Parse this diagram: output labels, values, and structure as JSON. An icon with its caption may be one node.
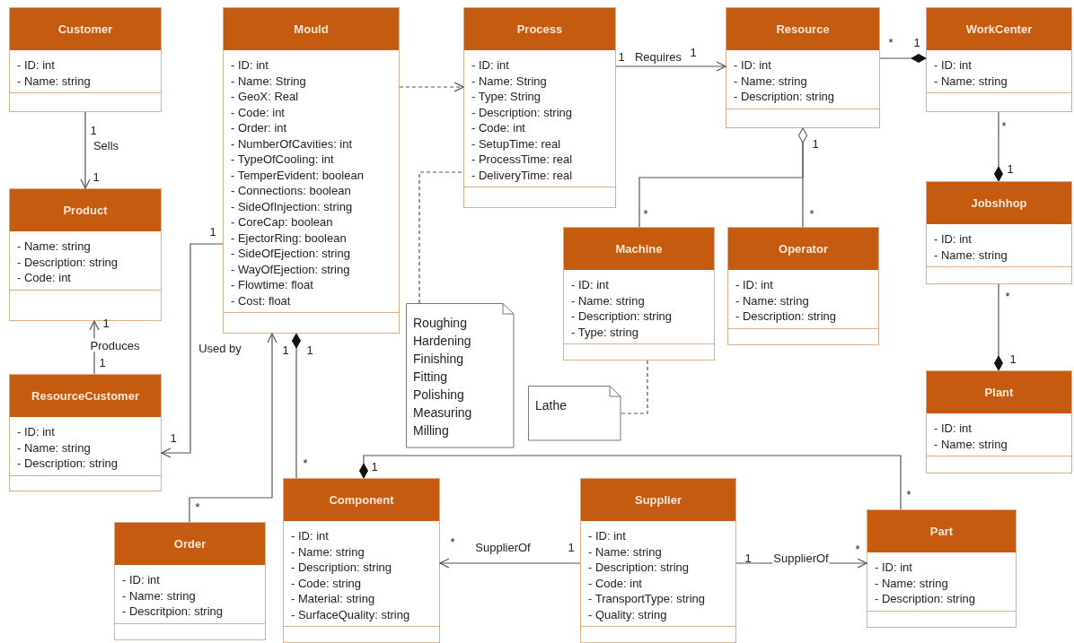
{
  "diagram": {
    "nodes": [
      {
        "text": [
          "Customer",
          "- ID: int",
          "- Name: string"
        ]
      },
      {
        "text": [
          "Mould",
          "- ID: int",
          "- Name: String",
          "- GeoX: Real",
          "- Code: int",
          "- Order: int",
          "- NumberOfCavities: int",
          "- TypeOfCooling: int",
          "- TemperEvident: boolean",
          "- Connections: boolean",
          "- SideOfInjection: string",
          "- CoreCap: boolean",
          "- EjectorRing: boolean",
          "- SideOfEjection: string",
          "- WayOfEjection: string",
          "- Flowtime: float",
          "- Cost: float"
        ]
      },
      {
        "text": [
          "Process",
          "- ID: int",
          "- Name: String",
          "- Type: String",
          "- Description: string",
          "- Code: int",
          "- SetupTime: real",
          "- ProcessTime: real",
          "- DeliveryTime: real"
        ]
      },
      {
        "text": [
          "Resource",
          "- ID: int",
          "- Name: string",
          "- Description: string"
        ]
      },
      {
        "text": [
          "WorkCenter",
          "- ID: int",
          "- Name: string"
        ]
      },
      {
        "text": [
          "Product",
          "- Name: string",
          "- Description: string",
          "- Code: int"
        ]
      },
      {
        "text": [
          "Machine",
          "- ID: int",
          "- Name: string",
          "- Description: string",
          "- Type: string"
        ]
      },
      {
        "text": [
          "Operator",
          "- ID: int",
          "- Name: string",
          "- Description: string"
        ]
      },
      {
        "text": [
          "Jobshhop",
          "- ID: int",
          "- Name: string"
        ]
      },
      {
        "text": [
          "Roughing",
          "Hardening",
          "Finishing",
          "Fitting",
          "Polishing",
          "Measuring",
          "Milling"
        ]
      },
      {
        "text": [
          "Lathe"
        ]
      },
      {
        "text": [
          "Plant",
          "- ID: int",
          "- Name: string"
        ]
      },
      {
        "text": [
          "ResourceCustomer",
          "- ID: int",
          "- Name: string",
          "- Description: string"
        ]
      },
      {
        "text": [
          "Component",
          "- ID: int",
          "- Name: string",
          "- Description: string",
          "- Code: string",
          "- Material: string",
          "- SurfaceQuality: string"
        ]
      },
      {
        "text": [
          "Supplier",
          "- ID: int",
          "- Name: string",
          "- Description: string",
          "- Code: int",
          "- TransportType: string",
          "- Quality: string"
        ]
      },
      {
        "text": [
          "Order",
          "- ID: int",
          "- Name: string",
          "- Descritpion: string"
        ]
      },
      {
        "text": [
          "Part",
          "- ID: int",
          "- Name: string",
          "- Description: string"
        ]
      }
    ],
    "edges": [
      {
        "from": 0,
        "to": 5,
        "arrow": "to",
        "label": "Sells"
      },
      {
        "from": 12,
        "to": 5,
        "arrow": "to",
        "label": "Produces"
      },
      {
        "from": 1,
        "to": 12,
        "arrow": "to",
        "label": "Used by"
      },
      {
        "from": 15,
        "to": 1,
        "arrow": "to"
      },
      {
        "from": 13,
        "to": 1,
        "arrow": "other"
      },
      {
        "from": 1,
        "to": 2,
        "arrow": "to",
        "style": "dashed"
      },
      {
        "from": 2,
        "to": 3,
        "arrow": "to",
        "label": "Requires"
      },
      {
        "from": 9,
        "to": 2,
        "arrow": "none",
        "style": "dashed"
      },
      {
        "from": 3,
        "to": 4,
        "arrow": "other"
      },
      {
        "from": 6,
        "to": 3,
        "arrow": "other"
      },
      {
        "from": 7,
        "to": 3,
        "arrow": "other"
      },
      {
        "from": 4,
        "to": 8,
        "arrow": "other"
      },
      {
        "from": 8,
        "to": 11,
        "arrow": "other"
      },
      {
        "from": 10,
        "to": 6,
        "arrow": "none",
        "style": "dashed"
      },
      {
        "from": 16,
        "to": 13,
        "arrow": "other"
      },
      {
        "from": 14,
        "to": 13,
        "arrow": "to",
        "label": "SupplierOf"
      },
      {
        "from": 14,
        "to": 16,
        "arrow": "to",
        "label": "SupplierOf"
      }
    ],
    "labels": [
      "*",
      "1",
      "1",
      "1",
      "*",
      "1",
      "1",
      "1",
      "1",
      "*",
      "*",
      "1",
      "*",
      "1",
      "1",
      "1",
      "1",
      "1",
      "1",
      "*",
      "1",
      "*",
      "*",
      "*",
      "1",
      "*",
      "1"
    ]
  }
}
